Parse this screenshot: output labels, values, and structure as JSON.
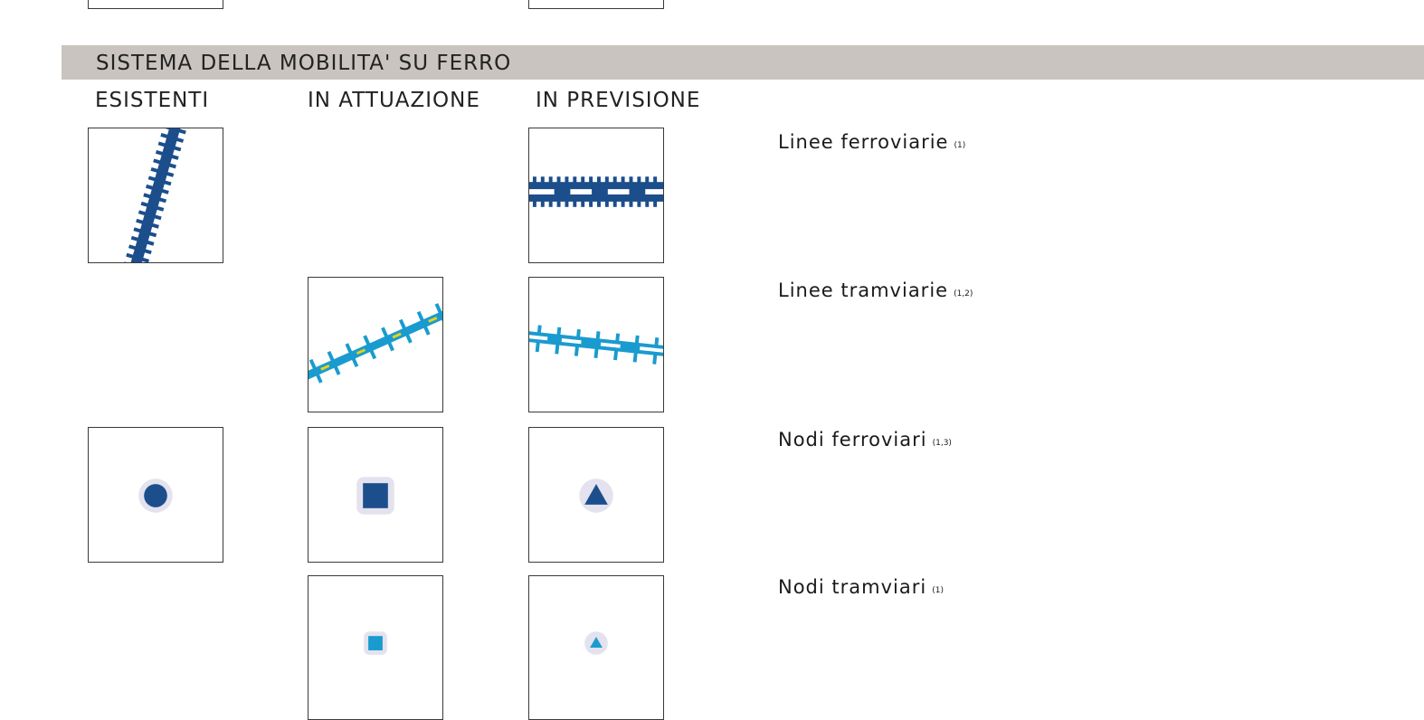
{
  "section": {
    "title": "SISTEMA DELLA MOBILITA' SU FERRO"
  },
  "columns": [
    "ESISTENTI",
    "IN ATTUAZIONE",
    "IN PREVISIONE"
  ],
  "rows": [
    {
      "label": "Linee ferroviarie",
      "note": "(1)"
    },
    {
      "label": "Linee tramviarie",
      "note": "(1,2)"
    },
    {
      "label": "Nodi ferroviari",
      "note": "(1,3)"
    },
    {
      "label": "Nodi tramviari",
      "note": "(1)"
    }
  ],
  "colors": {
    "rail_blue": "#1c4e8c",
    "tram_cyan": "#1a9bcf",
    "tram_yellow": "#e6d21a",
    "halo": "#e3e2ee",
    "header_bar": "#c9c4bf"
  }
}
